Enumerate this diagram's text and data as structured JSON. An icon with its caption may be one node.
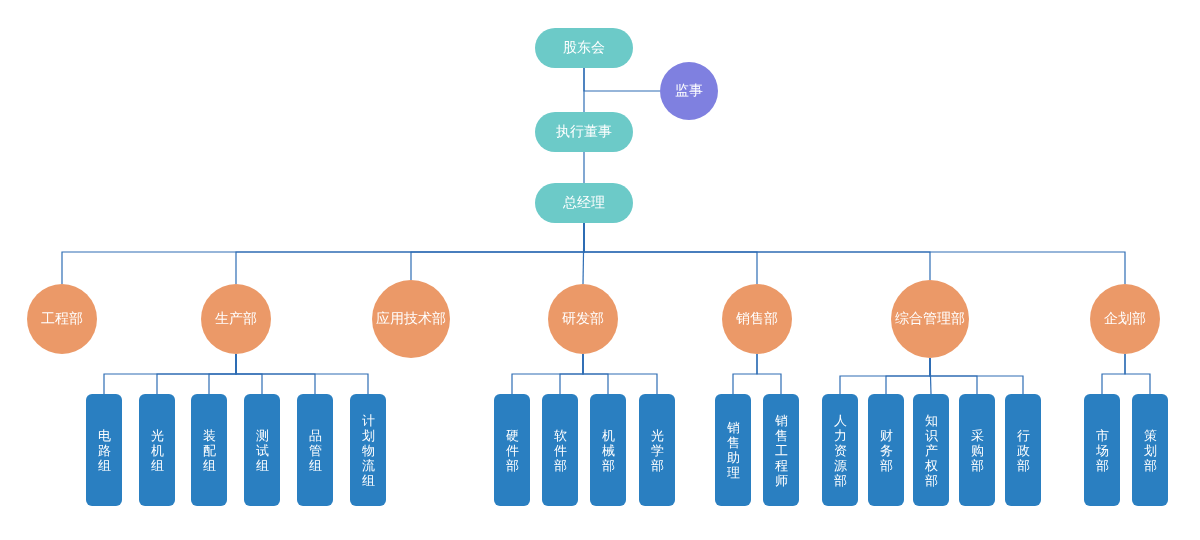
{
  "diagram": {
    "nodes": [
      {
        "text": [
          "股东会"
        ]
      },
      {
        "text": [
          "监事"
        ]
      },
      {
        "text": [
          "执行董事"
        ]
      },
      {
        "text": [
          "总经理"
        ]
      },
      {
        "text": [
          "工程部"
        ]
      },
      {
        "text": [
          "生产部"
        ]
      },
      {
        "text": [
          "应用技术部"
        ]
      },
      {
        "text": [
          "研发部"
        ]
      },
      {
        "text": [
          "销售部"
        ]
      },
      {
        "text": [
          "综合管理部"
        ]
      },
      {
        "text": [
          "企划部"
        ]
      },
      {
        "text": [
          "电路组"
        ]
      },
      {
        "text": [
          "光机组"
        ]
      },
      {
        "text": [
          "装配组"
        ]
      },
      {
        "text": [
          "测试组"
        ]
      },
      {
        "text": [
          "品管组"
        ]
      },
      {
        "text": [
          "计划物流组"
        ]
      },
      {
        "text": [
          "硬件部"
        ]
      },
      {
        "text": [
          "软件部"
        ]
      },
      {
        "text": [
          "机械部"
        ]
      },
      {
        "text": [
          "光学部"
        ]
      },
      {
        "text": [
          "销售助理"
        ]
      },
      {
        "text": [
          "销售工程师"
        ]
      },
      {
        "text": [
          "人力资源部"
        ]
      },
      {
        "text": [
          "财务部"
        ]
      },
      {
        "text": [
          "知识产权部"
        ]
      },
      {
        "text": [
          "采购部"
        ]
      },
      {
        "text": [
          "行政部"
        ]
      },
      {
        "text": [
          "市场部"
        ]
      },
      {
        "text": [
          "策划部"
        ]
      }
    ],
    "edges": [
      {
        "from": 0,
        "to": 2,
        "arrow": "none"
      },
      {
        "from": 0,
        "to": 1,
        "arrow": "none"
      },
      {
        "from": 2,
        "to": 3,
        "arrow": "none"
      },
      {
        "from": 3,
        "to": 4,
        "arrow": "none"
      },
      {
        "from": 3,
        "to": 5,
        "arrow": "none"
      },
      {
        "from": 3,
        "to": 6,
        "arrow": "none"
      },
      {
        "from": 3,
        "to": 7,
        "arrow": "none"
      },
      {
        "from": 3,
        "to": 8,
        "arrow": "none"
      },
      {
        "from": 3,
        "to": 9,
        "arrow": "none"
      },
      {
        "from": 3,
        "to": 10,
        "arrow": "none"
      },
      {
        "from": 5,
        "to": 11,
        "arrow": "none"
      },
      {
        "from": 5,
        "to": 12,
        "arrow": "none"
      },
      {
        "from": 5,
        "to": 13,
        "arrow": "none"
      },
      {
        "from": 5,
        "to": 14,
        "arrow": "none"
      },
      {
        "from": 5,
        "to": 15,
        "arrow": "none"
      },
      {
        "from": 5,
        "to": 16,
        "arrow": "none"
      },
      {
        "from": 7,
        "to": 17,
        "arrow": "none"
      },
      {
        "from": 7,
        "to": 18,
        "arrow": "none"
      },
      {
        "from": 7,
        "to": 19,
        "arrow": "none"
      },
      {
        "from": 7,
        "to": 20,
        "arrow": "none"
      },
      {
        "from": 8,
        "to": 21,
        "arrow": "none"
      },
      {
        "from": 8,
        "to": 22,
        "arrow": "none"
      },
      {
        "from": 9,
        "to": 23,
        "arrow": "none"
      },
      {
        "from": 9,
        "to": 24,
        "arrow": "none"
      },
      {
        "from": 9,
        "to": 25,
        "arrow": "none"
      },
      {
        "from": 9,
        "to": 26,
        "arrow": "none"
      },
      {
        "from": 9,
        "to": 27,
        "arrow": "none"
      },
      {
        "from": 10,
        "to": 28,
        "arrow": "none"
      },
      {
        "from": 10,
        "to": 29,
        "arrow": "none"
      }
    ]
  }
}
